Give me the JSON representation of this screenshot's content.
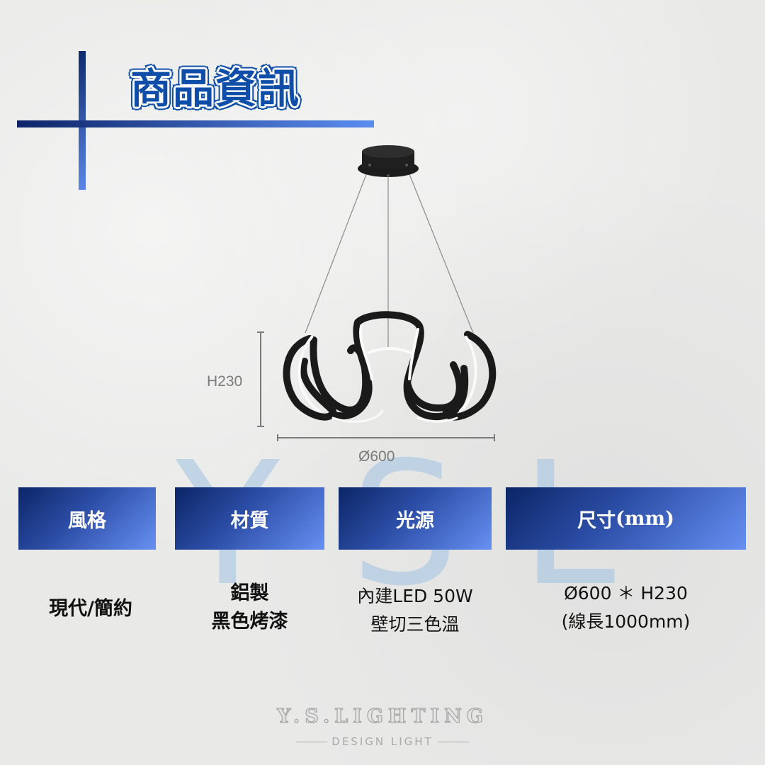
{
  "header": {
    "title": "商品資訊"
  },
  "watermark": {
    "letters": [
      "Y",
      "S",
      "L"
    ],
    "color": "#9fc3e3"
  },
  "product_image": {
    "description": "black wavy LED ring pendant lamp with round ceiling canopy",
    "dimension_height_label": "H230",
    "dimension_width_label": "Ø600"
  },
  "specs": [
    {
      "label": "風格",
      "value_lines": [
        "現代/簡約"
      ]
    },
    {
      "label": "材質",
      "value_lines": [
        "鋁製",
        "黑色烤漆"
      ]
    },
    {
      "label": "光源",
      "value_lines": [
        "內建LED 50W",
        "壁切三色溫"
      ]
    },
    {
      "label": "尺寸",
      "label_suffix": "(mm)",
      "value_lines": [
        "Ø600 ＊ H230",
        "(線長1000mm)"
      ]
    }
  ],
  "brand": {
    "name": "Y.S.LIGHTING",
    "tagline": "DESIGN LIGHT"
  },
  "colors": {
    "accent_dark": "#0b2566",
    "accent_light": "#6690f2",
    "title_blue": "#0e4ea8"
  }
}
